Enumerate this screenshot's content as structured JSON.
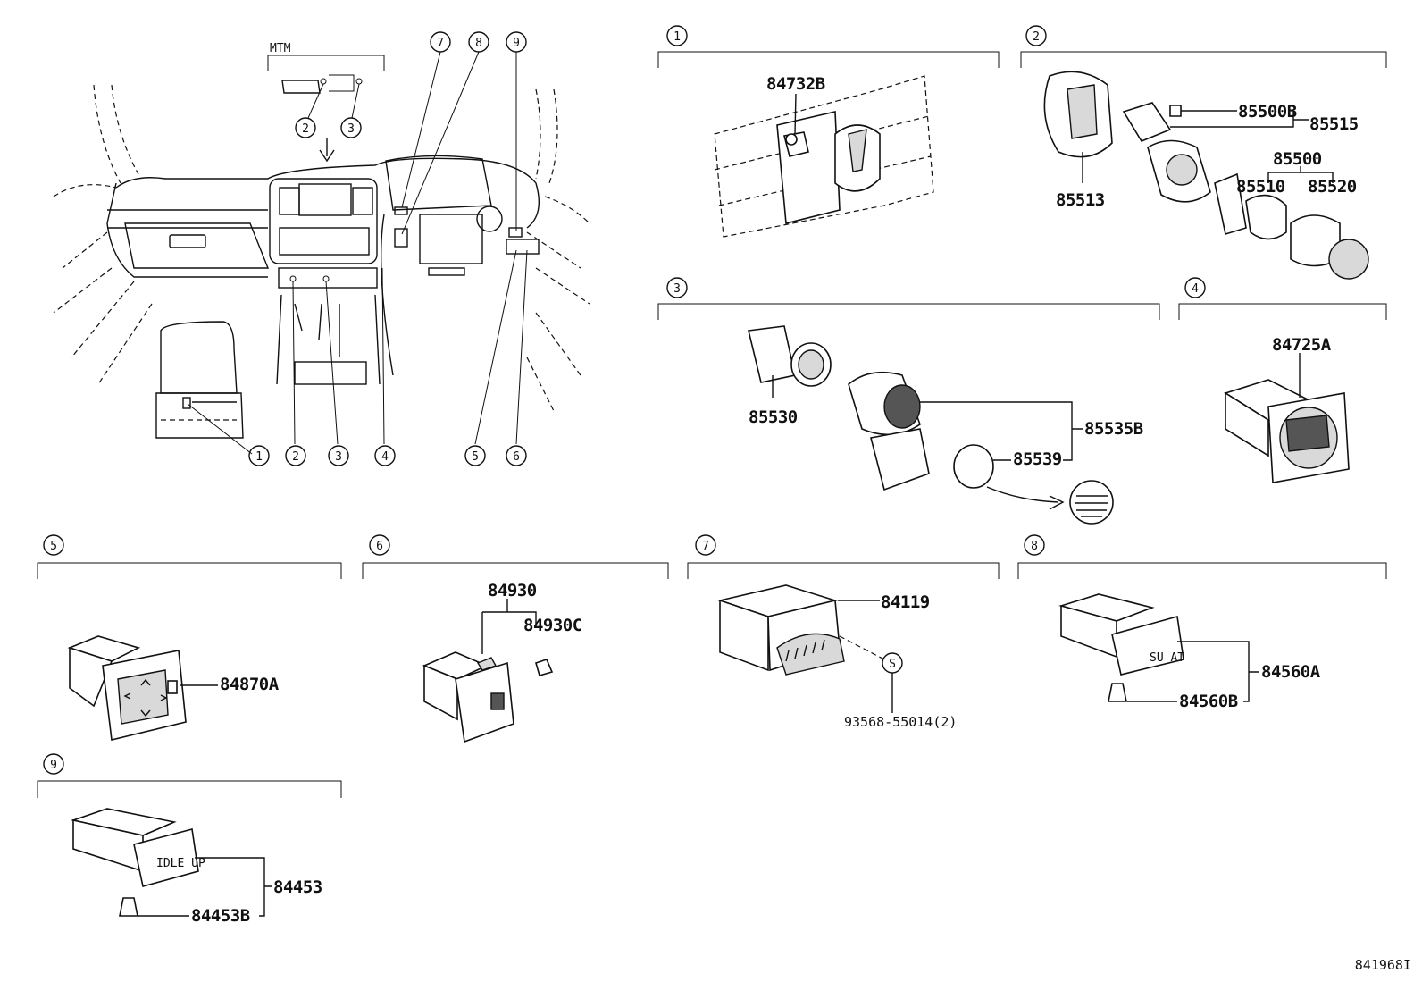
{
  "overview": {
    "mtm_label": "MTM",
    "callouts": [
      "1",
      "2",
      "3",
      "4",
      "5",
      "6",
      "7",
      "8",
      "9"
    ]
  },
  "sections": [
    {
      "id": "1",
      "parts": [
        "84732B"
      ]
    },
    {
      "id": "2",
      "parts": [
        "85500B",
        "85515",
        "85500",
        "85510",
        "85520",
        "85513"
      ]
    },
    {
      "id": "3",
      "parts": [
        "85530",
        "85535B",
        "85539"
      ]
    },
    {
      "id": "4",
      "parts": [
        "84725A"
      ]
    },
    {
      "id": "5",
      "parts": [
        "84870A"
      ]
    },
    {
      "id": "6",
      "parts": [
        "84930",
        "84930C"
      ]
    },
    {
      "id": "7",
      "parts": [
        "84119",
        "93568-55014(2)"
      ],
      "symbol": "S"
    },
    {
      "id": "8",
      "parts": [
        "84560A",
        "84560B"
      ]
    },
    {
      "id": "9",
      "parts": [
        "84453",
        "84453B"
      ]
    }
  ],
  "switch_labels": {
    "sw8": "SU AT",
    "sw9": "IDLE UP"
  },
  "drawing_number": "841968I"
}
